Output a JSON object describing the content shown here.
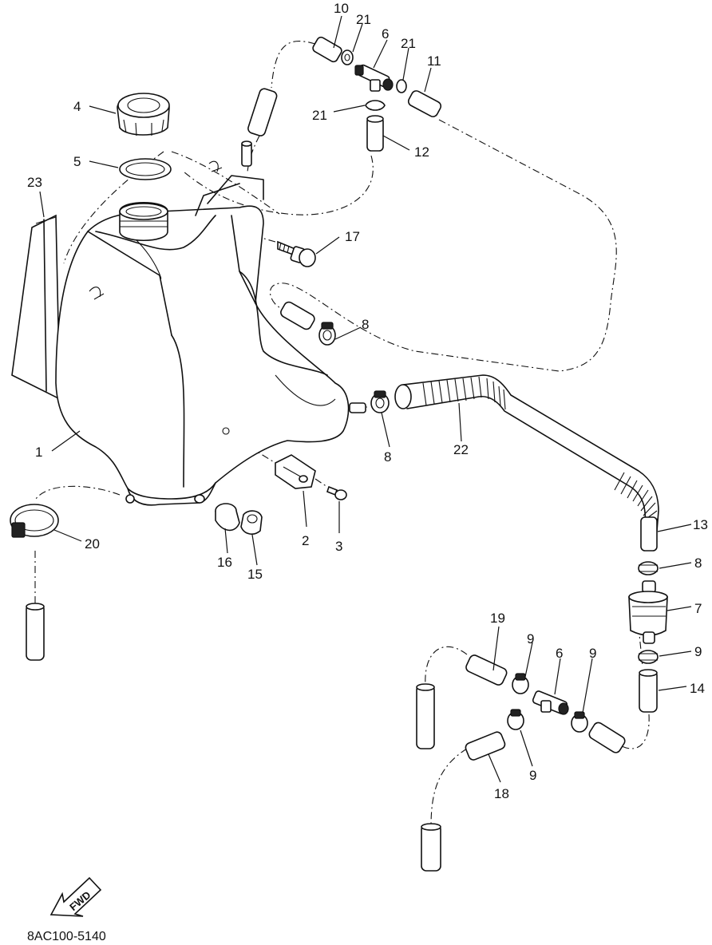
{
  "diagram": {
    "code": "8AC100-5140",
    "direction_label": "FWD",
    "callouts": [
      {
        "id": "1",
        "label": "1"
      },
      {
        "id": "2",
        "label": "2"
      },
      {
        "id": "3",
        "label": "3"
      },
      {
        "id": "4",
        "label": "4"
      },
      {
        "id": "5",
        "label": "5"
      },
      {
        "id": "6a",
        "label": "6"
      },
      {
        "id": "6b",
        "label": "6"
      },
      {
        "id": "7",
        "label": "7"
      },
      {
        "id": "8a",
        "label": "8"
      },
      {
        "id": "8b",
        "label": "8"
      },
      {
        "id": "8c",
        "label": "8"
      },
      {
        "id": "9a",
        "label": "9"
      },
      {
        "id": "9b",
        "label": "9"
      },
      {
        "id": "9c",
        "label": "9"
      },
      {
        "id": "9d",
        "label": "9"
      },
      {
        "id": "10",
        "label": "10"
      },
      {
        "id": "11",
        "label": "11"
      },
      {
        "id": "12",
        "label": "12"
      },
      {
        "id": "13",
        "label": "13"
      },
      {
        "id": "14",
        "label": "14"
      },
      {
        "id": "15",
        "label": "15"
      },
      {
        "id": "16",
        "label": "16"
      },
      {
        "id": "17",
        "label": "17"
      },
      {
        "id": "18",
        "label": "18"
      },
      {
        "id": "19",
        "label": "19"
      },
      {
        "id": "20",
        "label": "20"
      },
      {
        "id": "21a",
        "label": "21"
      },
      {
        "id": "21b",
        "label": "21"
      },
      {
        "id": "21c",
        "label": "21"
      },
      {
        "id": "22",
        "label": "22"
      },
      {
        "id": "23",
        "label": "23"
      }
    ]
  }
}
